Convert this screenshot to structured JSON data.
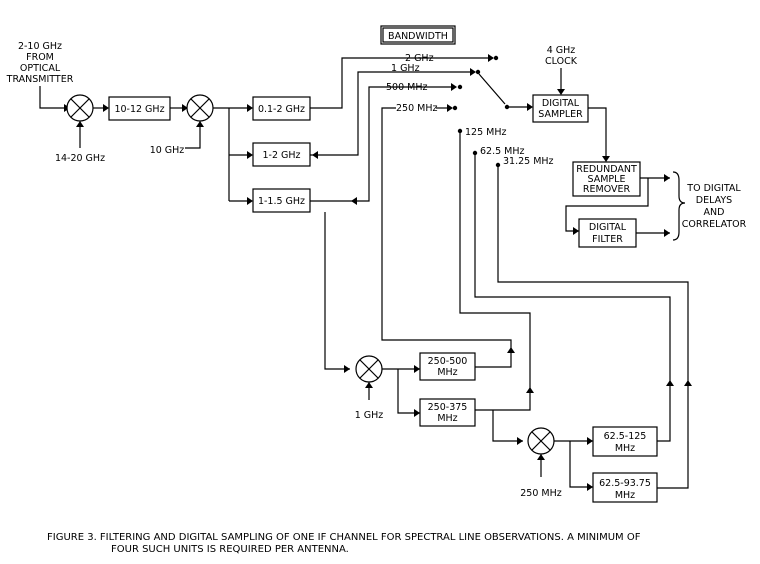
{
  "input": {
    "line1": "2-10 GHz",
    "line2": "FROM",
    "line3": "OPTICAL",
    "line4": "TRANSMITTER"
  },
  "lo1": "14-20 GHz",
  "lo2": "10 GHz",
  "lo3": "1 GHz",
  "lo4": "250 MHz",
  "filters": {
    "f10_12": "10-12 GHz",
    "f01_2": "0.1-2 GHz",
    "f1_2": "1-2 GHz",
    "f1_15": "1-1.5 GHz",
    "f250_500": {
      "line1": "250-500",
      "line2": "MHz"
    },
    "f250_375": {
      "line1": "250-375",
      "line2": "MHz"
    },
    "f625_125": {
      "line1": "62.5-125",
      "line2": "MHz"
    },
    "f625_9375": {
      "line1": "62.5-93.75",
      "line2": "MHz"
    }
  },
  "bandwidth": {
    "title": "BANDWIDTH",
    "options": [
      "2 GHz",
      "1 GHz",
      "500 MHz",
      "250 MHz",
      "125 MHz",
      "62.5 MHz",
      "31.25 MHz"
    ]
  },
  "clock": {
    "line1": "4 GHz",
    "line2": "CLOCK"
  },
  "sampler": {
    "line1": "DIGITAL",
    "line2": "SAMPLER"
  },
  "remover": {
    "line1": "REDUNDANT",
    "line2": "SAMPLE",
    "line3": "REMOVER"
  },
  "digital_filter": {
    "line1": "DIGITAL",
    "line2": "FILTER"
  },
  "output": {
    "line1": "TO DIGITAL",
    "line2": "DELAYS",
    "line3": "AND",
    "line4": "CORRELATOR"
  },
  "caption": {
    "line1": "FIGURE 3.  FILTERING AND DIGITAL SAMPLING OF ONE IF CHANNEL FOR SPECTRAL LINE OBSERVATIONS.  A MINIMUM OF",
    "line2": "FOUR SUCH UNITS IS REQUIRED PER ANTENNA."
  }
}
